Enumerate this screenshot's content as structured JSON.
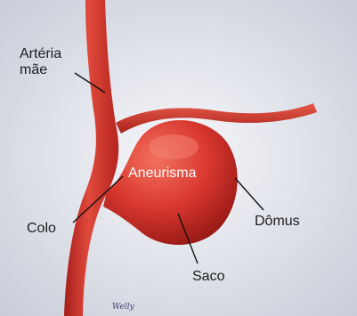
{
  "labels": {
    "parent_artery_line1": "Artéria",
    "parent_artery_line2": "mãe",
    "aneurysm": "Aneurisma",
    "neck": "Colo",
    "dome": "Dômus",
    "sac": "Saco"
  },
  "signature": "Welly",
  "colors": {
    "background": "#e9ebf0",
    "vessel": "#d9382f",
    "vessel_dark": "#a61e1a",
    "vessel_light": "#f06a58",
    "label_text": "#1c1c1c"
  }
}
